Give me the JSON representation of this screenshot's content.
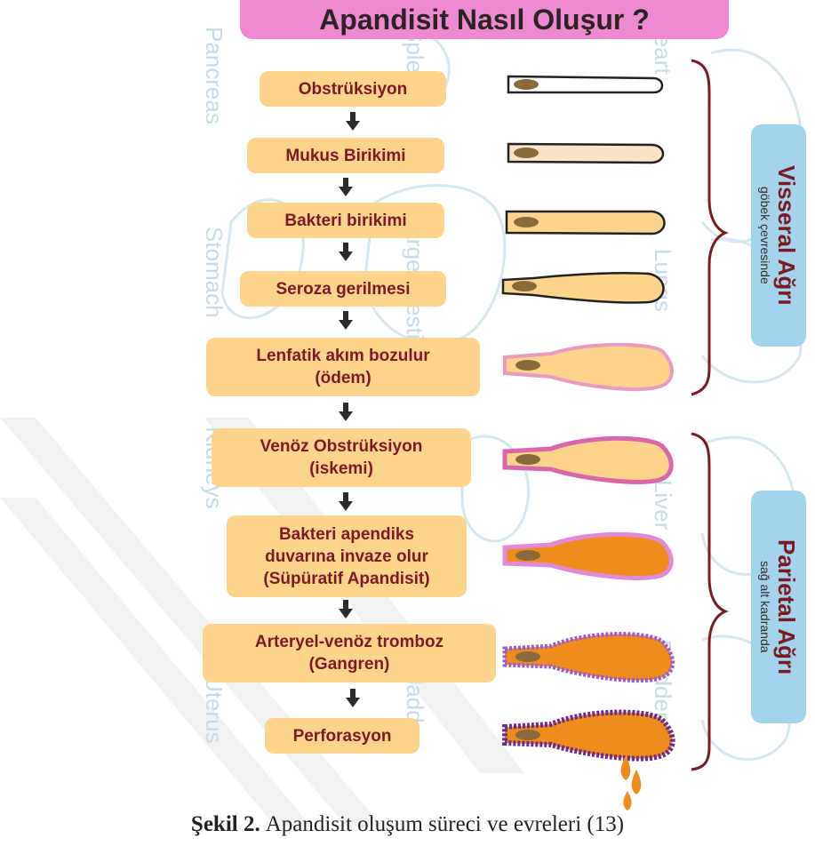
{
  "title": "Apandisit Nasıl Oluşur ?",
  "steps": [
    {
      "label": "Obstrüksiyon"
    },
    {
      "label": "Mukus Birikimi"
    },
    {
      "label": "Bakteri birikimi"
    },
    {
      "label": "Seroza gerilmesi"
    },
    {
      "label": "Lenfatik akım bozulur\n(ödem)"
    },
    {
      "label": "Venöz Obstrüksiyon\n(iskemi)"
    },
    {
      "label": "Bakteri apendiks\nduvarına invaze olur\n(Süpüratif Apandisit)"
    },
    {
      "label": "Arteryel-venöz tromboz\n(Gangren)"
    },
    {
      "label": "Perforasyon"
    }
  ],
  "groups": {
    "visceral": {
      "title": "Visseral Ağrı",
      "subtitle": "göbek çevresinde"
    },
    "parietal": {
      "title": "Parietal Ağrı",
      "subtitle": "sağ alt kadranda"
    }
  },
  "background_labels": [
    "Pancreas",
    "Spleen",
    "Heart",
    "Stomach",
    "Large intestine",
    "Lungs",
    "Kidneys",
    "Liver",
    "Uterus",
    "bladder",
    "Bladder"
  ],
  "caption": {
    "bold": "Şekil 2.",
    "text": "Apandisit oluşum süreci ve evreleri (13)"
  },
  "colors": {
    "title_bg": "#ee8ad1",
    "step_bg": "#fcd48c",
    "step_text": "#7b1a21",
    "bracket": "#7b1a21",
    "label_bg": "#a4d3ee",
    "fecalith": "#8a6a3a",
    "pus": "#f08c1c",
    "edema": "#e89ac0",
    "gangrene": "#7a4aa0"
  }
}
